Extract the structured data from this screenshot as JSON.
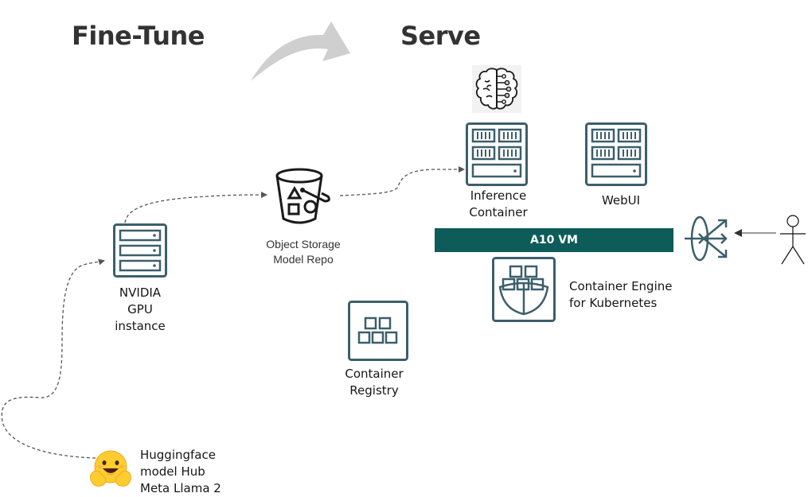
{
  "diagram": {
    "phases": {
      "fine_tune": "Fine-Tune",
      "serve": "Serve"
    },
    "nodes": {
      "huggingface": {
        "line1": "Huggingface",
        "line2": "model Hub",
        "line3": "Meta Llama 2",
        "icon": "hugging-face-emoji"
      },
      "gpu_instance": {
        "line1": "NVIDIA",
        "line2": "GPU",
        "line3": "instance",
        "icon": "server-icon"
      },
      "object_storage": {
        "line1": "Object Storage",
        "line2": "Model Repo",
        "icon": "bucket-icon"
      },
      "container_registry": {
        "line1": "Container",
        "line2": "Registry",
        "icon": "registry-icon"
      },
      "inference_container": {
        "line1": "Inference",
        "line2": "Container",
        "icon": "rack-server-icon"
      },
      "ai_model": {
        "icon": "brain-circuit-icon"
      },
      "webui": {
        "line1": "WebUI",
        "icon": "rack-server-icon"
      },
      "a10_vm": {
        "label": "A10 VM"
      },
      "oke": {
        "line1": "Container Engine",
        "line2": "for Kubernetes",
        "icon": "ship-containers-icon"
      },
      "load_balancer": {
        "icon": "load-balancer-icon"
      },
      "user": {
        "icon": "user-stick-figure-icon"
      }
    },
    "edges": [
      {
        "from": "huggingface",
        "to": "gpu_instance",
        "style": "dashed"
      },
      {
        "from": "gpu_instance",
        "to": "object_storage",
        "style": "dashed"
      },
      {
        "from": "object_storage",
        "to": "inference_container",
        "style": "dashed"
      },
      {
        "from": "user",
        "to": "load_balancer",
        "style": "solid"
      }
    ],
    "colors": {
      "teal": "#0e5c59",
      "icon_stroke": "#3c5f6b",
      "arrow_gray": "#cfcfcf",
      "connector": "#555555"
    }
  }
}
